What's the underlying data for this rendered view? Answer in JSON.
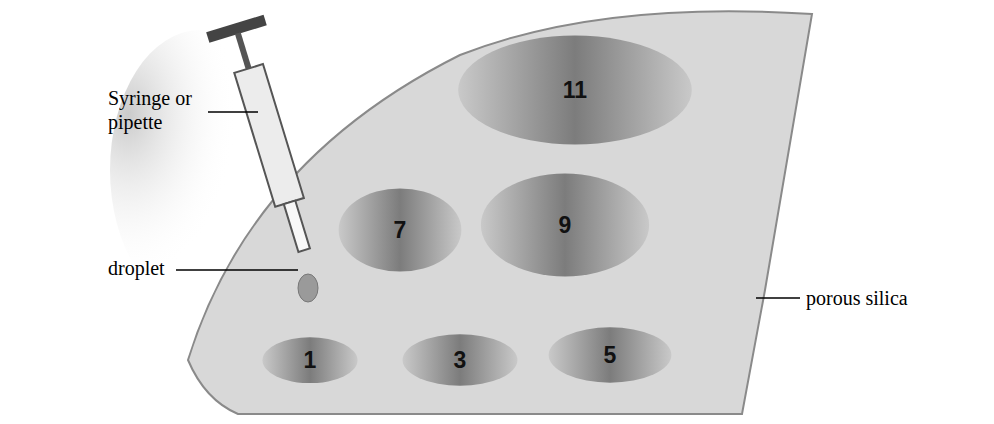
{
  "diagram": {
    "nodes": [
      {
        "text": [
          "11"
        ]
      },
      {
        "text": [
          "7"
        ]
      },
      {
        "text": [
          "9"
        ]
      },
      {
        "text": [
          "1"
        ]
      },
      {
        "text": [
          "3"
        ]
      },
      {
        "text": [
          "5"
        ]
      }
    ],
    "labels": [
      "Syringe or pipette",
      "droplet",
      "porous silica"
    ]
  }
}
